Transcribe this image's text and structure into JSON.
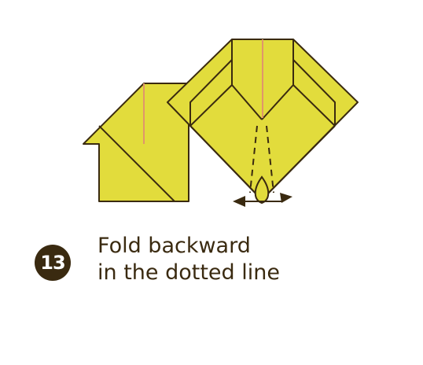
{
  "step": {
    "number": "13"
  },
  "instruction": {
    "line1": "Fold backward",
    "line2": "in the dotted line"
  },
  "colors": {
    "paper": "#e2dc3c",
    "outline": "#3a2a10",
    "crease": "#e0966a",
    "badge": "#3a2a10"
  }
}
